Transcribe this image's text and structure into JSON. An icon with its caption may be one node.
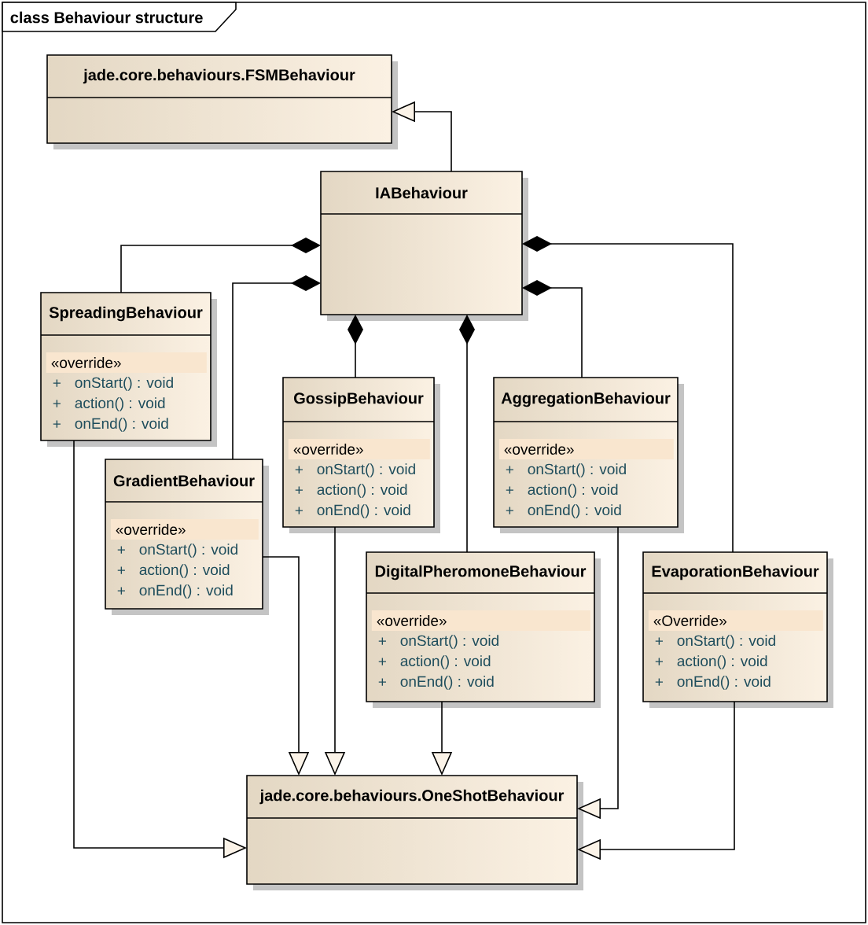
{
  "diagram": {
    "title": "class Behaviour structure",
    "nodes": [
      {
        "text": [
          "jade.core.behaviours.FSMBehaviour"
        ]
      },
      {
        "text": [
          "IABehaviour"
        ]
      },
      {
        "text": [
          "SpreadingBehaviour",
          "«override»",
          "+",
          "onStart() : void",
          "+",
          "action() : void",
          "+",
          "onEnd() : void"
        ]
      },
      {
        "text": [
          "GossipBehaviour",
          "«override»",
          "+",
          "onStart() : void",
          "+",
          "action() : void",
          "+",
          "onEnd() : void"
        ]
      },
      {
        "text": [
          "AggregationBehaviour",
          "«override»",
          "+",
          "onStart() : void",
          "+",
          "action() : void",
          "+",
          "onEnd() : void"
        ]
      },
      {
        "text": [
          "GradientBehaviour",
          "«override»",
          "+",
          "onStart() : void",
          "+",
          "action() : void",
          "+",
          "onEnd() : void"
        ]
      },
      {
        "text": [
          "DigitalPheromoneBehaviour",
          "«override»",
          "+",
          "onStart() : void",
          "+",
          "action() : void",
          "+",
          "onEnd() : void"
        ]
      },
      {
        "text": [
          "EvaporationBehaviour",
          "«Override»",
          "+",
          "onStart() : void",
          "+",
          "action() : void",
          "+",
          "onEnd() : void"
        ]
      },
      {
        "text": [
          "jade.core.behaviours.OneShotBehaviour"
        ]
      }
    ],
    "edges": [
      {
        "from": 1,
        "to": 0,
        "arrow": "to"
      },
      {
        "from": 2,
        "to": 1,
        "arrow": "other"
      },
      {
        "from": 5,
        "to": 1,
        "arrow": "other"
      },
      {
        "from": 3,
        "to": 1,
        "arrow": "other"
      },
      {
        "from": 6,
        "to": 1,
        "arrow": "other"
      },
      {
        "from": 4,
        "to": 1,
        "arrow": "other"
      },
      {
        "from": 7,
        "to": 1,
        "arrow": "other"
      },
      {
        "from": 2,
        "to": 8,
        "arrow": "to"
      },
      {
        "from": 5,
        "to": 8,
        "arrow": "to"
      },
      {
        "from": 3,
        "to": 8,
        "arrow": "to"
      },
      {
        "from": 6,
        "to": 8,
        "arrow": "to"
      },
      {
        "from": 4,
        "to": 8,
        "arrow": "to"
      },
      {
        "from": 7,
        "to": 8,
        "arrow": "to"
      }
    ]
  }
}
